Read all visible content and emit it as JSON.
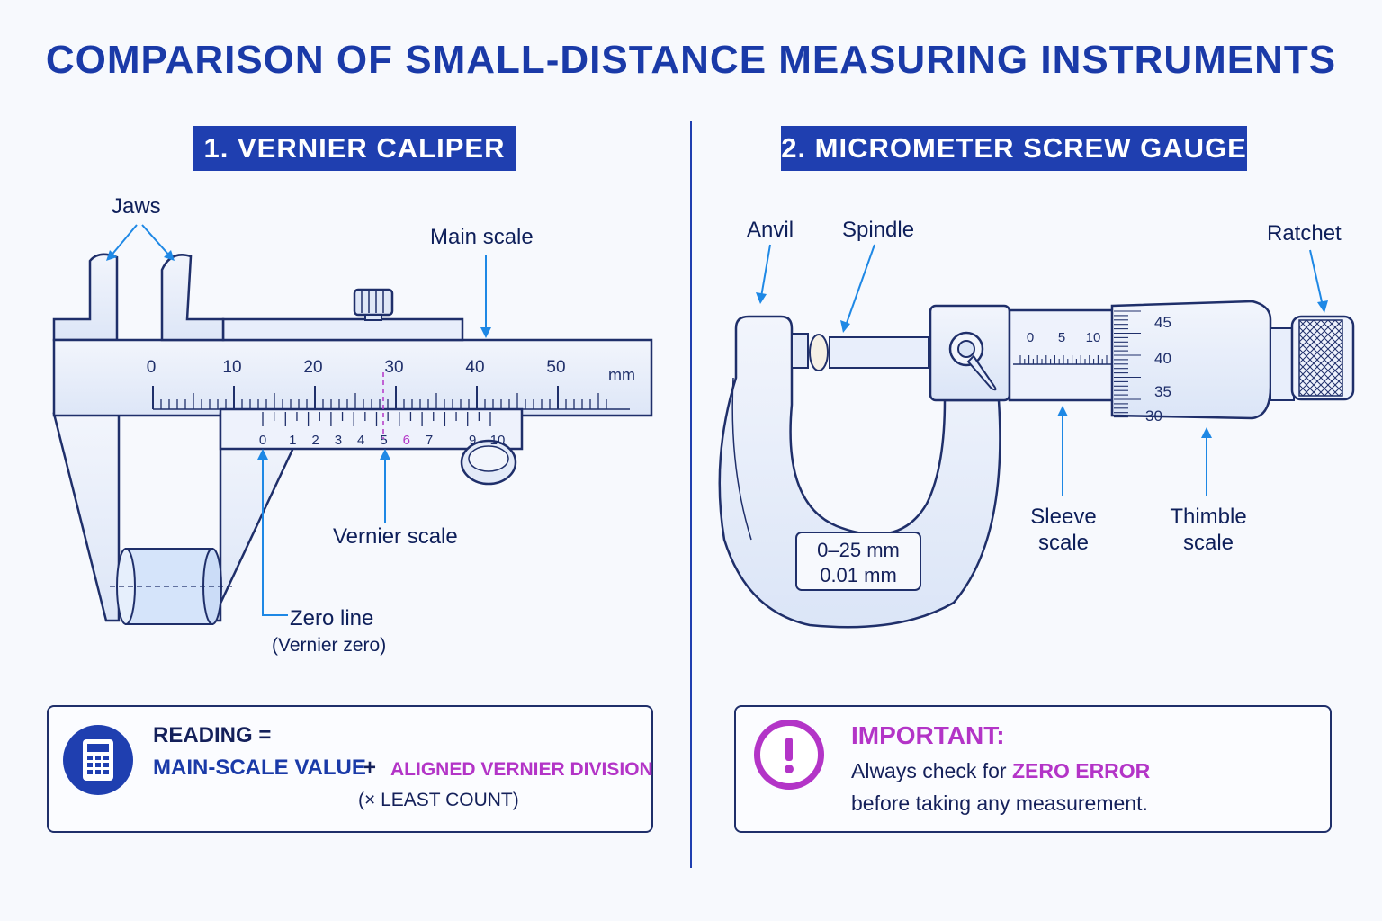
{
  "title": "COMPARISON OF SMALL-DISTANCE MEASURING INSTRUMENTS",
  "caliper": {
    "header": "1. VERNIER CALIPER",
    "labels": {
      "jaws": "Jaws",
      "main_scale": "Main scale",
      "vernier_scale": "Vernier scale",
      "zero_line": "Zero line",
      "vernier_zero": "(Vernier zero)"
    },
    "main_scale_numbers": [
      "0",
      "10",
      "20",
      "30",
      "40",
      "50"
    ],
    "main_scale_unit": "mm",
    "vernier_numbers": [
      "0",
      "1",
      "2",
      "3",
      "4",
      "5",
      "6",
      "7",
      "9",
      "10"
    ],
    "aligned_vernier_division": "6"
  },
  "micrometer": {
    "header": "2. MICROMETER SCREW GAUGE",
    "labels": {
      "anvil": "Anvil",
      "spindle": "Spindle",
      "ratchet": "Ratchet",
      "sleeve_scale_line1": "Sleeve",
      "sleeve_scale_line2": "scale",
      "thimble_scale_line1": "Thimble",
      "thimble_scale_line2": "scale"
    },
    "sleeve_numbers": [
      "0",
      "5",
      "10"
    ],
    "thimble_numbers": [
      "45",
      "40",
      "35",
      "30"
    ],
    "range": "0–25 mm",
    "resolution": "0.01 mm"
  },
  "reading_box": {
    "line1": "READING =",
    "main_scale_value": "MAIN-SCALE VALUE",
    "plus": "+",
    "aligned_division": "ALIGNED VERNIER DIVISION",
    "least_count": "(× LEAST COUNT)",
    "icon": "calculator-icon"
  },
  "important_box": {
    "heading": "IMPORTANT:",
    "line1_prefix": "Always check for",
    "line1_highlight": "ZERO ERROR",
    "line2": "before taking any measurement.",
    "icon": "exclamation-icon"
  },
  "colors": {
    "primary_blue": "#1f3fb0",
    "accent_purple": "#b334c7",
    "callout_blue": "#1e88e5",
    "outline_navy": "#1f2f6a",
    "fill_light": "#e8eefb"
  }
}
